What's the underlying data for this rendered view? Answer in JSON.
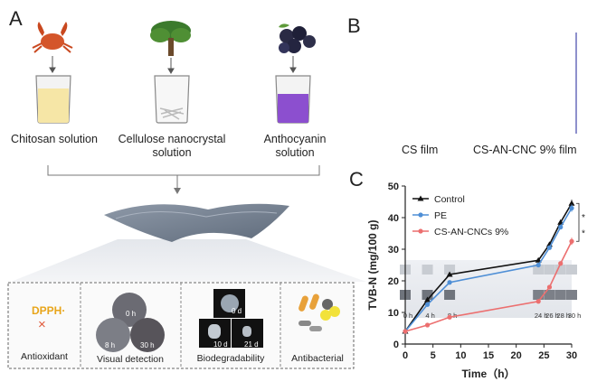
{
  "panels": {
    "a": "A",
    "b": "B",
    "c": "C"
  },
  "ingredients": [
    {
      "label": "Chitosan solution",
      "icon": "crab-icon"
    },
    {
      "label": "Cellulose nanocrystal solution",
      "icon": "tree-icon"
    },
    {
      "label": "Anthocyanin solution",
      "icon": "berries-icon"
    }
  ],
  "features": {
    "antioxidant": {
      "label": "Antioxidant",
      "dpph": "DPPH·",
      "cross": "×"
    },
    "visual": {
      "label": "Visual detection",
      "circles": [
        "0 h",
        "8 h",
        "30 h"
      ]
    },
    "biodeg": {
      "label": "Biodegradability",
      "frames": [
        "0 d",
        "10 d",
        "21 d"
      ]
    },
    "antibacterial": {
      "label": "Antibacterial"
    }
  },
  "films": {
    "left": "CS film",
    "right": "CS-AN-CNC 9% film"
  },
  "chart_data": {
    "type": "line",
    "xlabel": "Time（h）",
    "ylabel": "TVB-N (mg/100 g)",
    "xlim": [
      0,
      30
    ],
    "ylim": [
      0,
      50
    ],
    "xticks": [
      0,
      5,
      10,
      15,
      20,
      25,
      30
    ],
    "yticks": [
      0,
      10,
      20,
      30,
      40,
      50
    ],
    "legend_position": "top-left",
    "grid": false,
    "time_labels": [
      "0 h",
      "4 h",
      "8 h",
      "24 h",
      "26 h",
      "28 h",
      "30 h"
    ],
    "significance": [
      "*",
      "*"
    ],
    "series": [
      {
        "name": "Control",
        "color": "#111111",
        "marker": "triangle",
        "x": [
          0,
          4,
          8,
          24,
          26,
          28,
          30
        ],
        "y": [
          4,
          14,
          22,
          26.5,
          31.5,
          38.5,
          44.5
        ]
      },
      {
        "name": "PE",
        "color": "#4f8fd6",
        "marker": "circle",
        "x": [
          0,
          4,
          8,
          24,
          26,
          28,
          30
        ],
        "y": [
          4,
          12.5,
          19.5,
          25,
          30.5,
          37,
          43
        ]
      },
      {
        "name": "CS-AN-CNCs 9%",
        "color": "#ec6f6f",
        "marker": "circle",
        "x": [
          0,
          4,
          8,
          24,
          26,
          28,
          30
        ],
        "y": [
          4,
          6,
          8.5,
          13.5,
          18,
          25.5,
          32.5
        ]
      }
    ]
  }
}
